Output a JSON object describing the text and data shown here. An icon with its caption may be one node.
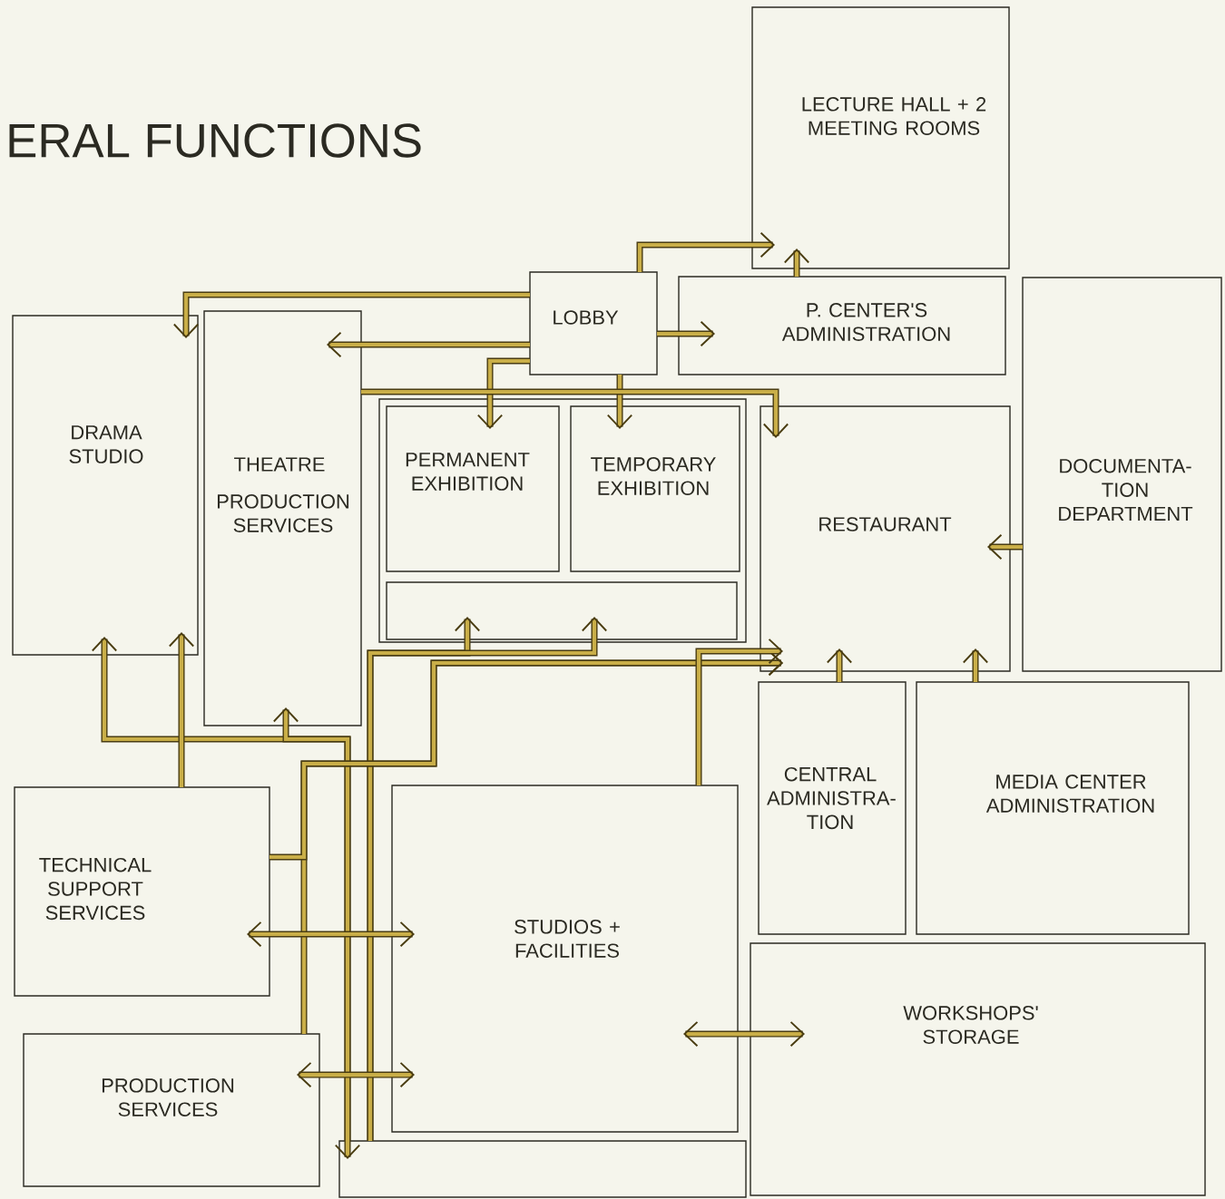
{
  "diagram": {
    "title": "ERAL FUNCTIONS",
    "nodes": [
      {
        "text": [
          "LECTURE HALL + 2 MEETING ROOMS"
        ]
      },
      {
        "text": [
          "LOBBY"
        ]
      },
      {
        "text": [
          "P. CENTER'S ADMINISTRATION"
        ]
      },
      {
        "text": [
          "DRAMA STUDIO"
        ]
      },
      {
        "text": [
          "THEATRE",
          "PRODUCTION SERVICES"
        ]
      },
      {
        "text": [],
        "shape": "box"
      },
      {
        "text": [
          "PERMANENT EXHIBITION"
        ],
        "in": 5
      },
      {
        "text": [
          "TEMPORARY EXHIBITION"
        ],
        "in": 5
      },
      {
        "text": [],
        "shape": "box",
        "in": 5
      },
      {
        "text": [
          "RESTAURANT"
        ]
      },
      {
        "text": [
          "DOCUMENTA- TION DEPARTMENT"
        ]
      },
      {
        "text": [
          "CENTRAL ADMINISTRA- TION"
        ]
      },
      {
        "text": [
          "MEDIA CENTER ADMINISTRATION"
        ]
      },
      {
        "text": [
          "TECHNICAL SUPPORT SERVICES"
        ]
      },
      {
        "text": [
          "STUDIOS + FACILITIES"
        ]
      },
      {
        "text": [
          "WORKSHOPS' STORAGE"
        ]
      },
      {
        "text": [
          "PRODUCTION SERVICES"
        ]
      },
      {
        "text": [],
        "shape": "box"
      }
    ],
    "edges": [
      {
        "from": 1,
        "to": 0,
        "arrow": "to"
      },
      {
        "from": 2,
        "to": 0,
        "arrow": "to"
      },
      {
        "from": 1,
        "to": 2,
        "arrow": "to"
      },
      {
        "from": 1,
        "to": 3,
        "arrow": "to"
      },
      {
        "from": 1,
        "to": 4,
        "arrow": "to"
      },
      {
        "from": 1,
        "to": 6,
        "arrow": "to"
      },
      {
        "from": 1,
        "to": 7,
        "arrow": "to"
      },
      {
        "from": 4,
        "to": 9,
        "arrow": "to"
      },
      {
        "from": 3,
        "to": 17,
        "arrow": "both"
      },
      {
        "from": 17,
        "to": 4,
        "arrow": "to"
      },
      {
        "from": 13,
        "to": 3,
        "arrow": "to"
      },
      {
        "from": 17,
        "to": 8,
        "arrow": "to"
      },
      {
        "from": 17,
        "to": 8,
        "arrow": "to"
      },
      {
        "from": 16,
        "to": 9,
        "arrow": "to"
      },
      {
        "from": 13,
        "to": 9,
        "arrow": "to"
      },
      {
        "from": 14,
        "to": 9,
        "arrow": "to"
      },
      {
        "from": 13,
        "to": 14,
        "arrow": "both"
      },
      {
        "from": 16,
        "to": 14,
        "arrow": "both"
      },
      {
        "from": 14,
        "to": 15,
        "arrow": "both"
      },
      {
        "from": 11,
        "to": 9,
        "arrow": "to"
      },
      {
        "from": 12,
        "to": 9,
        "arrow": "to"
      },
      {
        "from": 10,
        "to": 9,
        "arrow": "to"
      }
    ]
  }
}
